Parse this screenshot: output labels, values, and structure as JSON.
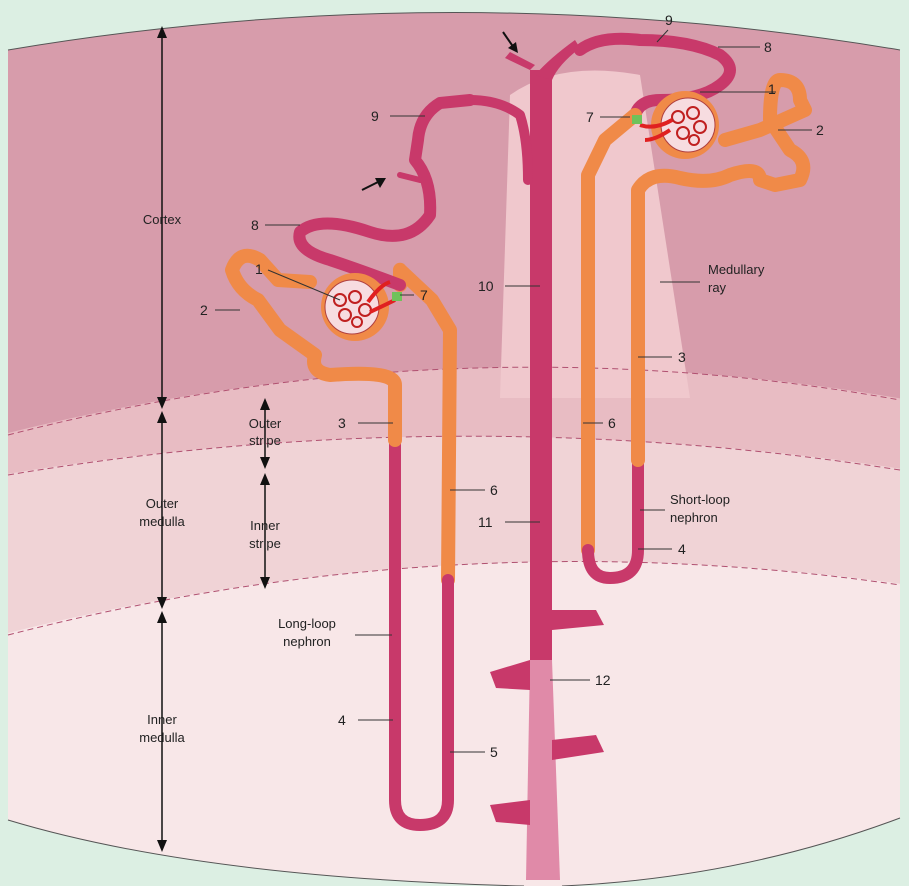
{
  "zones": {
    "cortex": "Cortex",
    "outer_medulla": [
      "Outer",
      "medulla"
    ],
    "inner_medulla": [
      "Inner",
      "medulla"
    ],
    "outer_stripe": [
      "Outer",
      "stripe"
    ],
    "inner_stripe": [
      "Inner",
      "stripe"
    ]
  },
  "structures": {
    "medullary_ray": [
      "Medullary",
      "ray"
    ],
    "short_loop_nephron": [
      "Short-loop",
      "nephron"
    ],
    "long_loop_nephron": [
      "Long-loop",
      "nephron"
    ]
  },
  "numbers": {
    "n1": "1",
    "n2": "2",
    "n3": "3",
    "n4": "4",
    "n5": "5",
    "n6": "6",
    "n7": "7",
    "n8": "8",
    "n9": "9",
    "n10": "10",
    "n11": "11",
    "n12": "12"
  },
  "colors": {
    "background": "#dcefe3",
    "cortex": "#d79cab",
    "outer_stripe": "#e8bcc3",
    "inner_stripe": "#f0d3d6",
    "inner_medulla": "#f8e7e8",
    "medullary_ray": "#f0c8cd",
    "collecting_duct": "#c8396a",
    "proximal_tubule": "#f08a48",
    "glomerulus": "#e02020"
  }
}
